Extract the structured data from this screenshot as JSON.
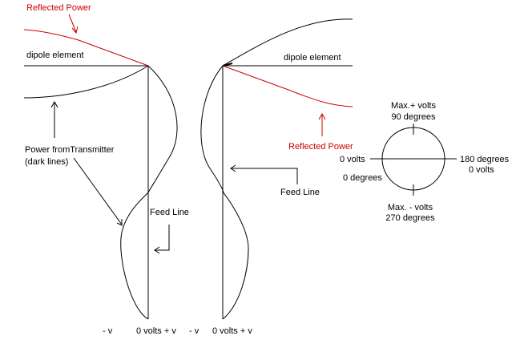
{
  "labels": {
    "reflected_power_left": "Reflected Power",
    "dipole_element_left": "dipole element",
    "power_from_tx_line1": "Power fromTransmitter",
    "power_from_tx_line2": "(dark lines)",
    "feed_line_left": "Feed Line",
    "minus_v_left": "- v",
    "zero_volts_plus_v_left": "0 volts  + v",
    "dipole_element_right": "dipole element",
    "reflected_power_right": "Reflected Power",
    "feed_line_right": "Feed Line",
    "minus_v_right": "- v",
    "zero_volts_plus_v_right": "0 volts  + v"
  },
  "phase_circle": {
    "top_line1": "Max.+ volts",
    "top_line2": "90 degrees",
    "left_line1": "0 volts",
    "left_line2": "0 degrees",
    "right_line1": "180 degrees",
    "right_line2": "0 volts",
    "bottom_line1": "Max. - volts",
    "bottom_line2": "270 degrees"
  },
  "colors": {
    "ink": "#000000",
    "reflected": "#cc0000"
  }
}
